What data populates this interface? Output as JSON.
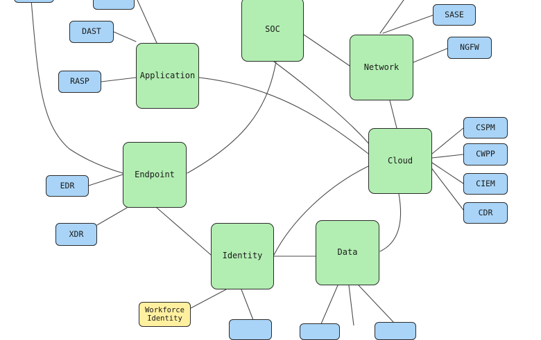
{
  "domains": {
    "soc": "SOC",
    "network": "Network",
    "application": "Application",
    "cloud": "Cloud",
    "endpoint": "Endpoint",
    "identity": "Identity",
    "data": "Data"
  },
  "tools": {
    "sase": "SASE",
    "ngfw": "NGFW",
    "dast": "DAST",
    "rasp": "RASP",
    "cspm": "CSPM",
    "cwpp": "CWPP",
    "ciem": "CIEM",
    "cdr": "CDR",
    "edr": "EDR",
    "xdr": "XDR"
  },
  "personas": {
    "workforce_identity": "Workforce Identity"
  },
  "colors": {
    "domain_fill": "#b2eeb2",
    "tool_fill": "#a9d4f7",
    "persona_fill": "#fff0a0",
    "edge": "#4a4a4a"
  }
}
